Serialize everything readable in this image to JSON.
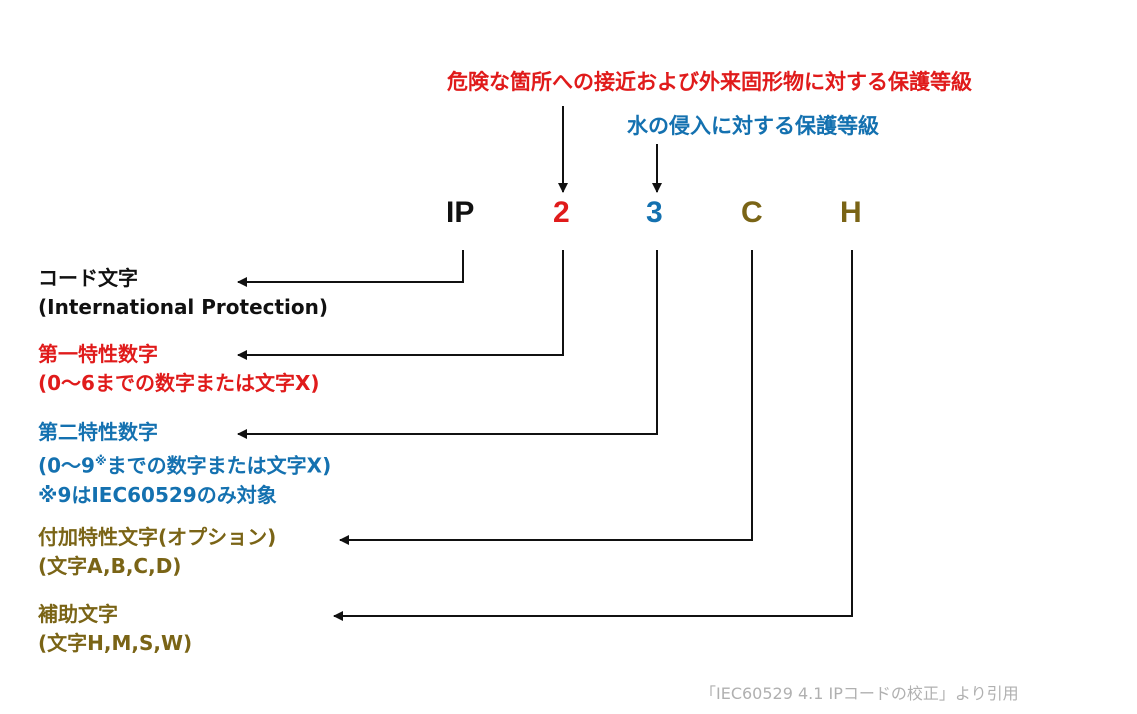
{
  "top_labels": {
    "protection_solids": "危険な箇所への接近および外来固形物に対する保護等級",
    "protection_water": "水の侵入に対する保護等級"
  },
  "code": {
    "ip": "IP",
    "first_digit": "2",
    "second_digit": "3",
    "additional_letter": "C",
    "supplementary_letter": "H"
  },
  "labels": {
    "code_letters": {
      "line1": "コード文字",
      "line2": "(International Protection)"
    },
    "first_numeral": {
      "line1": "第一特性数字",
      "line2": "(0～6までの数字または文字X)"
    },
    "second_numeral": {
      "line1": "第二特性数字",
      "line2_pre": "(0～9",
      "line2_mark": "※",
      "line2_post": "までの数字または文字X)",
      "line3": "※9はIEC60529のみ対象"
    },
    "additional_letter": {
      "line1": "付加特性文字(オプション)",
      "line2": "(文字A,B,C,D)"
    },
    "supplementary_letter": {
      "line1": "補助文字",
      "line2": "(文字H,M,S,W)"
    }
  },
  "source": "「IEC60529 4.1 IPコードの校正」より引用",
  "colors": {
    "black": "#111111",
    "red": "#e01b1b",
    "blue": "#1471b0",
    "olive": "#7a6416",
    "source_gray": "#b0b0b0"
  }
}
